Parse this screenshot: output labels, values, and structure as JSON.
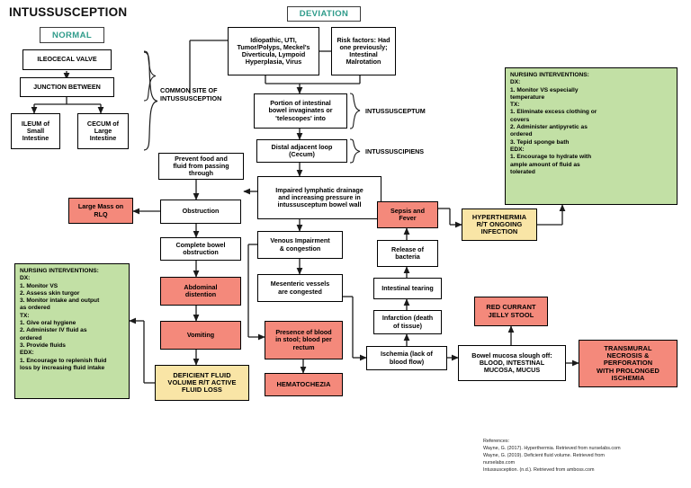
{
  "title": "INTUSSUSCEPTION",
  "tags": {
    "normal": "NORMAL",
    "deviation": "DEVIATION"
  },
  "labels": {
    "common_site": "COMMON SITE OF\nINTUSSUSCEPTION",
    "intussusceptum": "INTUSSUSCEPTUM",
    "intussuscipiens": "INTUSSUSCIPIENS"
  },
  "normal_branch": {
    "ileocecal_valve": "ILEOCECAL VALVE",
    "junction_between": "JUNCTION BETWEEN",
    "ileum": "ILEUM of\nSmall\nIntestine",
    "cecum": "CECUM of\nLarge\nIntestine"
  },
  "deviation_branch": {
    "causes": "Idiopathic, UTI,\nTumor/Polyps, Meckel's\nDiverticula, Lympoid\nHyperplasia, Virus",
    "risk_factors": "Risk factors: Had\none previously;\nIntestinal\nMalrotation",
    "invagination": "Portion of intestinal\nbowel invaginates or\n'telescopes' into",
    "distal_loop": "Distal adjacent loop\n(Cecum)"
  },
  "left_column": {
    "prevent_food": "Prevent food and\nfluid from passing\nthrough",
    "large_mass": "Large Mass on\nRLQ",
    "obstruction": "Obstruction",
    "complete_obstruction": "Complete bowel\nobstruction",
    "abdominal_distention": "Abdominal\ndistention",
    "vomiting": "Vomiting",
    "deficient_fluid": "DEFICIENT FLUID\nVOLUME R/T ACTIVE\nFLUID LOSS"
  },
  "center_column": {
    "impaired_lymphatic": "Impaired lymphatic drainage\nand increasing pressure in\nintussusceptum bowel wall",
    "venous_impairment": "Venous Impairment\n& congestion",
    "mesenteric_vessels": "Mesenteric vessels\nare congested",
    "blood_in_stool": "Presence of blood\nin stool; blood per\nrectum",
    "hematochezia": "HEMATOCHEZIA"
  },
  "right_column": {
    "sepsis_fever": "Sepsis and\nFever",
    "release_bacteria": "Release of\nbacteria",
    "intestinal_tearing": "Intestinal tearing",
    "infarction": "Infarction (death\nof tissue)",
    "ischemia": "Ischemia (lack of\nblood flow)",
    "hyperthermia": "HYPERTHERMIA\nR/T ONGOING\nINFECTION",
    "red_currant": "RED CURRANT\nJELLY STOOL",
    "bowel_mucosa": "Bowel mucosa slough off:\nBLOOD, INTESTINAL\nMUCOSA, MUCUS",
    "transmural": "TRANSMURAL\nNECROSIS &\nPERFORATION\nWITH PROLONGED\nISCHEMIA"
  },
  "nursing_interventions": {
    "hyperthermia_box": "NURSING INTERVENTIONS:\nDX:\n1. Monitor VS especially\ntemperature\nTX:\n1. Eliminate excess clothing or\ncovers\n2. Administer antipyretic as\nordered\n3. Tepid sponge bath\nEDX:\n1. Encourage to hydrate with\nample amount of fluid as\ntolerated",
    "fluid_box": "NURSING INTERVENTIONS:\nDX:\n1. Monitor VS\n2. Assess skin turgor\n3. Monitor intake and output\nas ordered\nTX:\n1. Give oral hygiene\n2. Administer IV fluid as\nordered\n3. Provide fluids\nEDX:\n1. Encourage to replenish fluid\nloss by increasing fluid intake"
  },
  "references": "References:\nWayne, G. (2017). Hyperthermia. Retrieved from nurselabs.com\nWayne, G. (2019). Deficient fluid volume. Retrieved from\nnurselabs.com\nIntussusception. (n.d.). Retrieved from amboss.com",
  "colors": {
    "red": "#F4897B",
    "yellow": "#F9E5A6",
    "green": "#C2E0A5",
    "teal_text": "#2E9B8A",
    "line": "#1a1a1a"
  }
}
